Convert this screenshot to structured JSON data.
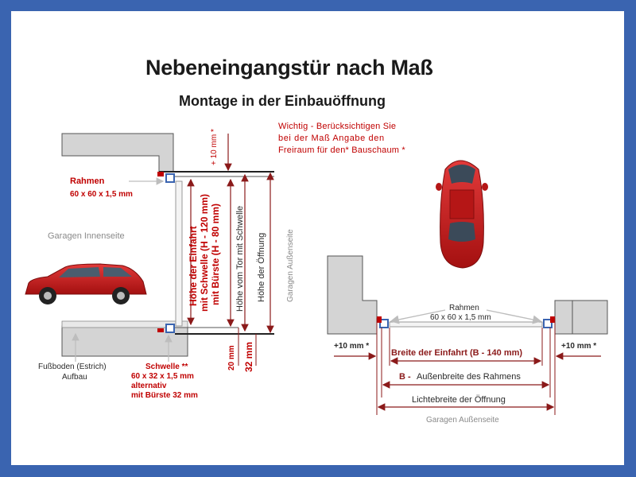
{
  "title": "Nebeneingangstür nach Maß",
  "subtitle": "Montage in der Einbauöffnung",
  "notice": {
    "line1": "Wichtig - Berücksichtigen Sie",
    "line2": "bei der Maß Angabe den",
    "line3": "Freiraum für den* Bauschaum *"
  },
  "left_view": {
    "top_gap": "+ 10 mm *",
    "frame_label": "Rahmen",
    "frame_size": "60 x 60 x 1,5 mm",
    "inside_label": "Garagen Innenseite",
    "outside_label": "Garagen Außenseite",
    "height_entry_1": "Höhe der Einfahrt",
    "height_entry_2": "mit Schwelle (H - 120 mm)",
    "height_entry_3": "mit Bürste (H - 80 mm)",
    "height_gate": "Höhe vom Tor mit Schwelle",
    "height_opening": "Höhe der Öffnung",
    "dim_20": "20 mm",
    "dim_32": "32 mm",
    "floor_1": "Fußboden (Estrich)",
    "floor_2": "Aufbau",
    "sill_1": "Schwelle **",
    "sill_2": "60 x 32 x 1,5 mm",
    "sill_3": "alternativ",
    "sill_4": "mit Bürste 32 mm"
  },
  "right_view": {
    "frame_label": "Rahmen",
    "frame_size": "60 x 60 x 1,5 mm",
    "gap_left": "+10 mm *",
    "gap_right": "+10 mm *",
    "entry_width": "Breite der Einfahrt (B - 140 mm)",
    "outer_width_b": "B -",
    "outer_width_text": "Außenbreite des Rahmens",
    "clear_width": "Lichtebreite der Öffnung",
    "outside_label": "Garagen Außenseite"
  },
  "colors": {
    "frame_border": "#3a64b0",
    "accent_red": "#c00000",
    "wall_gray": "#d4d4d4",
    "dim_red": "#8b1a1a"
  },
  "icons": [
    "car-side-icon",
    "car-top-icon"
  ]
}
